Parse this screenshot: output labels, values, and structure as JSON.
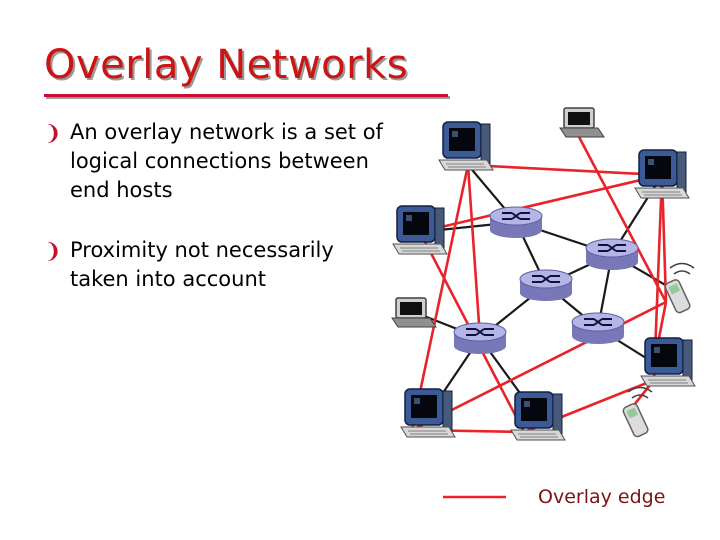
{
  "slide": {
    "title": "Overlay Networks",
    "bullets": [
      {
        "text": "An overlay network is a set of logical connections between end hosts"
      },
      {
        "text": "Proximity not necessarily taken into account"
      }
    ]
  },
  "diagram": {
    "legend_label": "Overlay edge",
    "colors": {
      "overlay_edge": "#e8232a",
      "physical_link": "#1a1a1a",
      "router": "#a8a8dc",
      "title": "#cc1414"
    },
    "icons": [
      "desktop-computer-icon",
      "laptop-icon",
      "router-icon",
      "wireless-phone-icon"
    ]
  }
}
